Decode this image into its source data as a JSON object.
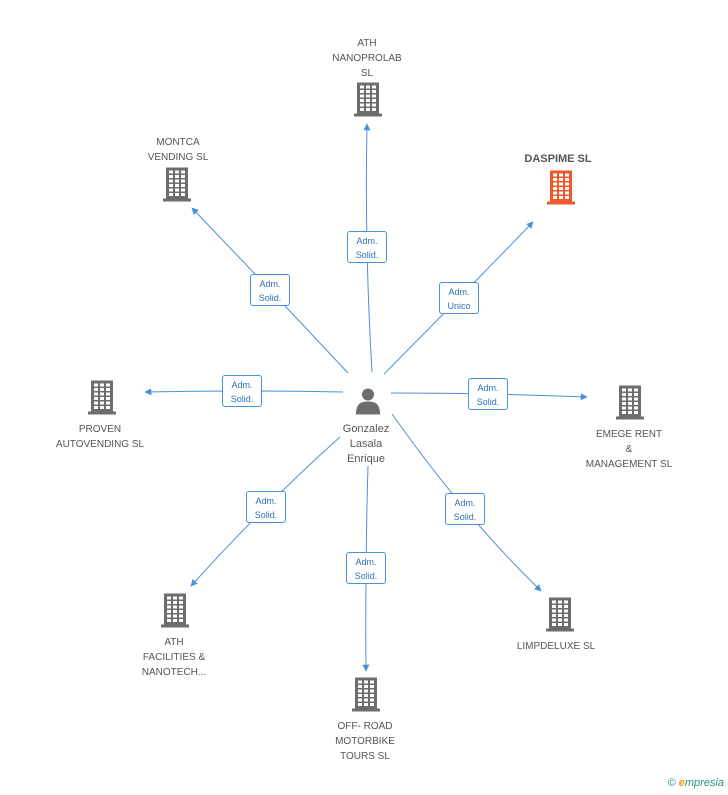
{
  "colors": {
    "edge": "#4a90d9",
    "building": "#6d6d6d",
    "building_highlight": "#f0592b",
    "label": "#555555"
  },
  "center": {
    "name": "Gonzalez\nLasala\nEnrique",
    "icon": "person-icon"
  },
  "nodes": [
    {
      "id": "ath-nanoprolab",
      "name": "ATH\nNANOPROLAB\nSL",
      "edge_label": "Adm.\nSolid.",
      "highlight": false,
      "icon": "building-icon"
    },
    {
      "id": "daspime",
      "name": "DASPIME SL",
      "edge_label": "Adm.\nUnico",
      "highlight": true,
      "icon": "building-icon"
    },
    {
      "id": "emege-rent",
      "name": "EMEGE RENT\n&\nMANAGEMENT SL",
      "edge_label": "Adm.\nSolid.",
      "highlight": false,
      "icon": "building-icon"
    },
    {
      "id": "limpdeluxe",
      "name": "LIMPDELUXE SL",
      "edge_label": "Adm.\nSolid.",
      "highlight": false,
      "icon": "building-icon"
    },
    {
      "id": "off-road",
      "name": "OFF- ROAD\nMOTORBIKE\nTOURS  SL",
      "edge_label": "Adm.\nSolid.",
      "highlight": false,
      "icon": "building-icon"
    },
    {
      "id": "ath-facilities",
      "name": "ATH\nFACILITIES &\nNANOTECH...",
      "edge_label": "Adm.\nSolid.",
      "highlight": false,
      "icon": "building-icon"
    },
    {
      "id": "proven",
      "name": "PROVEN\nAUTOVENDING SL",
      "edge_label": "Adm.\nSolid.",
      "highlight": false,
      "icon": "building-icon"
    },
    {
      "id": "montca",
      "name": "MONTCA\nVENDING SL",
      "edge_label": "Adm.\nSolid.",
      "highlight": false,
      "icon": "building-icon"
    }
  ],
  "footer": {
    "copyright": "©",
    "brand_e": "e",
    "brand_rest": "mpresia"
  }
}
